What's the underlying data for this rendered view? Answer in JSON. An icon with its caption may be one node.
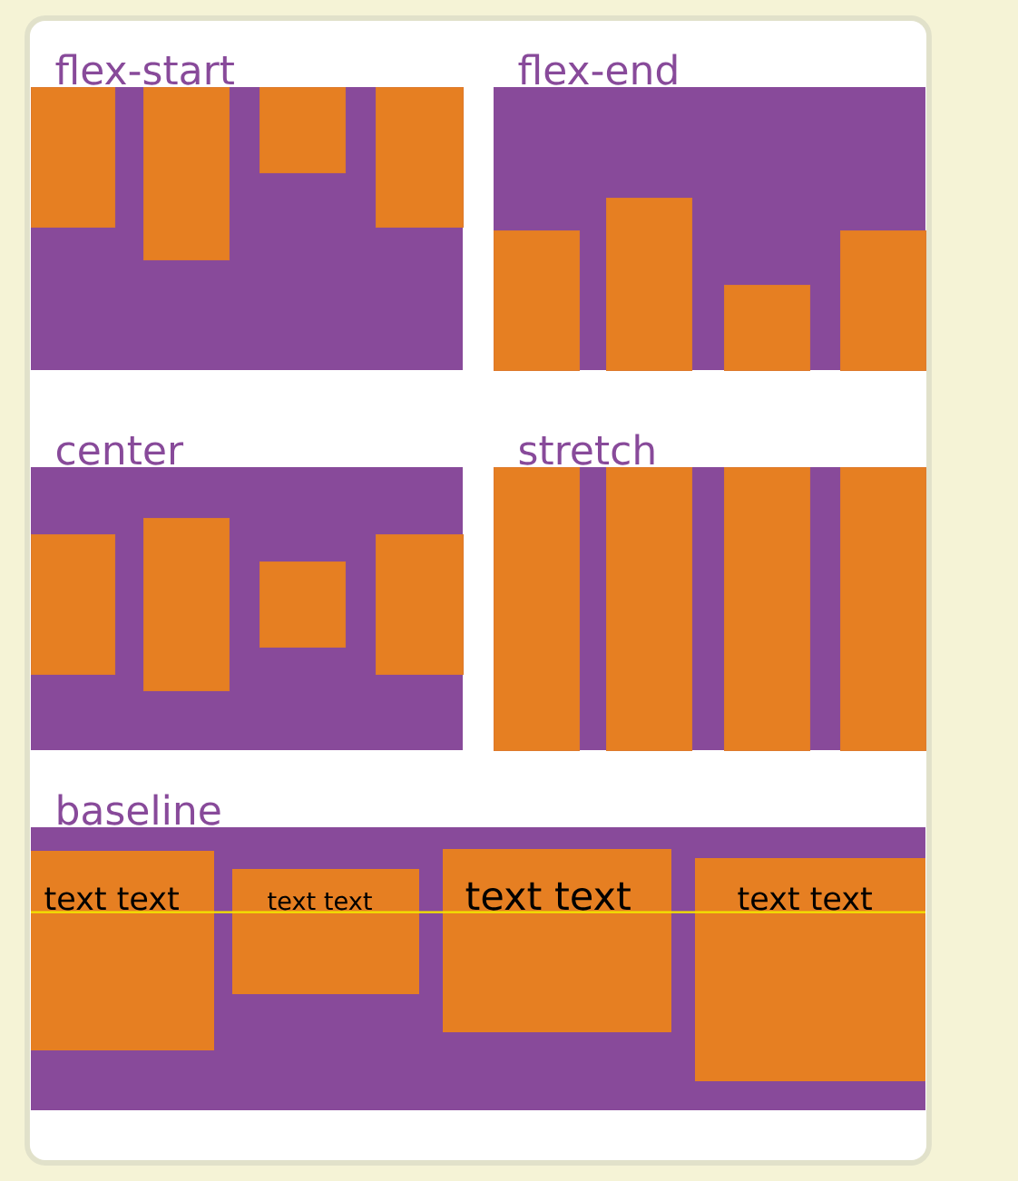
{
  "diagram": {
    "nodes": [
      {
        "text": [
          "flex-start"
        ]
      },
      {
        "text": [],
        "shape": "box",
        "in": 0
      },
      {
        "text": [],
        "shape": "box",
        "in": 0
      },
      {
        "text": [],
        "shape": "box",
        "in": 0
      },
      {
        "text": [],
        "shape": "box",
        "in": 0
      },
      {
        "text": [
          "flex-end"
        ]
      },
      {
        "text": [],
        "shape": "box",
        "in": 5
      },
      {
        "text": [],
        "shape": "box",
        "in": 5
      },
      {
        "text": [],
        "shape": "box",
        "in": 5
      },
      {
        "text": [],
        "shape": "box",
        "in": 5
      },
      {
        "text": [
          "center"
        ]
      },
      {
        "text": [],
        "shape": "box",
        "in": 10
      },
      {
        "text": [],
        "shape": "box",
        "in": 10
      },
      {
        "text": [],
        "shape": "box",
        "in": 10
      },
      {
        "text": [],
        "shape": "box",
        "in": 10
      },
      {
        "text": [
          "stretch"
        ]
      },
      {
        "text": [],
        "shape": "box",
        "in": 15
      },
      {
        "text": [],
        "shape": "box",
        "in": 15
      },
      {
        "text": [],
        "shape": "box",
        "in": 15
      },
      {
        "text": [],
        "shape": "box",
        "in": 15
      },
      {
        "text": [
          "baseline"
        ]
      },
      {
        "text": [
          "text text"
        ],
        "in": 20
      },
      {
        "text": [
          "text text"
        ],
        "in": 20
      },
      {
        "text": [
          "text text"
        ],
        "in": 20
      },
      {
        "text": [
          "text text"
        ],
        "in": 20
      }
    ]
  }
}
